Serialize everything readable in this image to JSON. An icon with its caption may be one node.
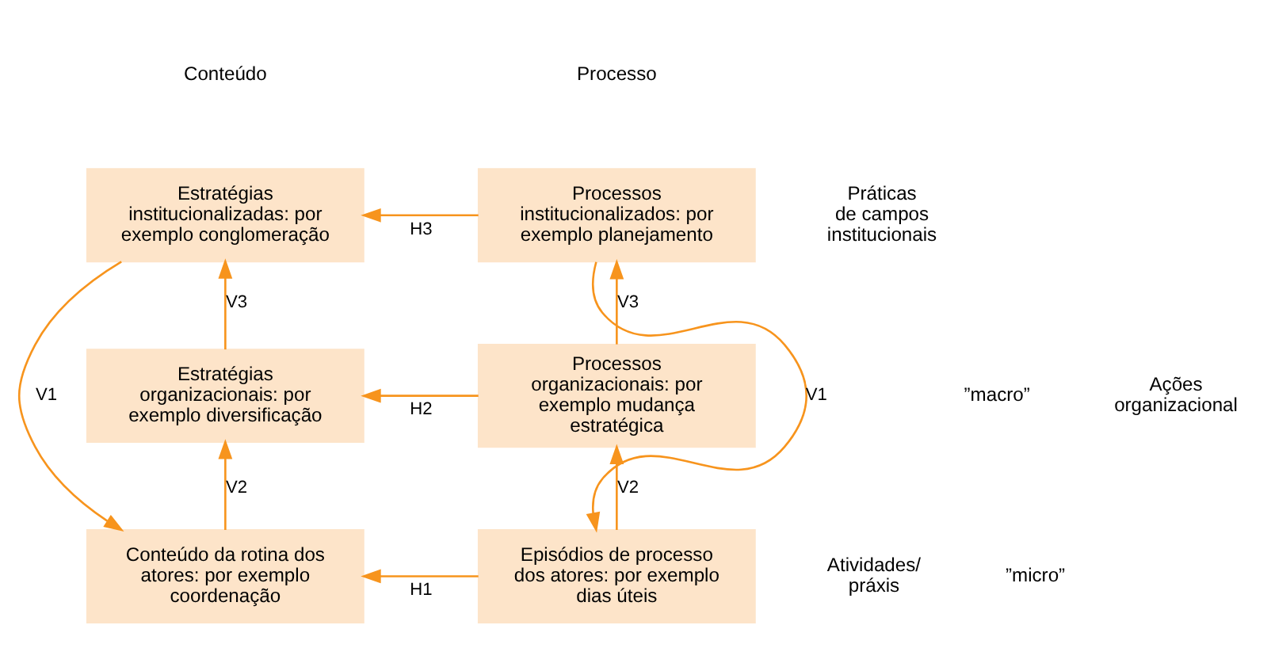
{
  "diagram": {
    "nodes": [
      {
        "text": [
          "Estratégias institucionalizadas: por exemplo conglomeração"
        ]
      },
      {
        "text": [
          "Processos institucionalizados: por exemplo planejamento"
        ]
      },
      {
        "text": [
          "Estratégias organizacionais: por exemplo diversificação"
        ]
      },
      {
        "text": [
          "Processos organizacionais: por exemplo mudança estratégica"
        ]
      },
      {
        "text": [
          "Conteúdo da rotina dos atores: por exemplo coordenação"
        ]
      },
      {
        "text": [
          "Episódios de processo dos atores: por exemplo dias úteis"
        ]
      }
    ],
    "edges": [
      {
        "from": 1,
        "to": 0,
        "arrow": "to",
        "label": "H3"
      },
      {
        "from": 3,
        "to": 2,
        "arrow": "to",
        "label": "H2"
      },
      {
        "from": 5,
        "to": 4,
        "arrow": "to",
        "label": "H1"
      },
      {
        "from": 2,
        "to": 0,
        "arrow": "to",
        "label": "V3"
      },
      {
        "from": 4,
        "to": 2,
        "arrow": "to",
        "label": "V2"
      },
      {
        "from": 3,
        "to": 1,
        "arrow": "to",
        "label": "V3"
      },
      {
        "from": 5,
        "to": 3,
        "arrow": "to",
        "label": "V2"
      },
      {
        "from": 0,
        "to": 4,
        "arrow": "to",
        "label": "V1"
      },
      {
        "from": 1,
        "to": 5,
        "arrow": "to",
        "label": "V1"
      }
    ],
    "labels": [
      "Conteúdo",
      "Processo",
      "Práticas de campos institucionais",
      "”macro”",
      "Ações organizacional",
      "Atividades/ práxis",
      "”micro”"
    ]
  }
}
